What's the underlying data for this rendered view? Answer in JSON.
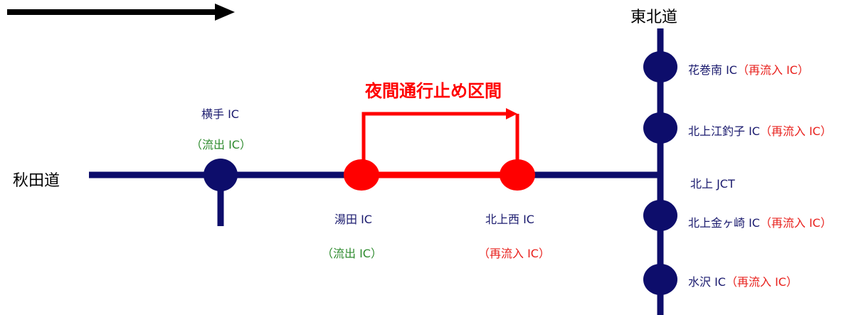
{
  "colors": {
    "route": "#0d0d6b",
    "closure": "#ff0000",
    "outflow_text": "#2e8b2e",
    "reentry_text": "#e8201c",
    "label_text": "#1a1a6e",
    "arrow": "#000000"
  },
  "direction_arrow": {
    "icon": "right-arrow-icon"
  },
  "title": "夜間通行止め区間",
  "roads": {
    "akita": "秋田道",
    "tohoku": "東北道"
  },
  "junction": {
    "name": "北上 JCT"
  },
  "interchanges": {
    "yokote": {
      "name": "横手 IC",
      "note": "（流出 IC）"
    },
    "yuda": {
      "name": "湯田 IC",
      "note": "（流出 IC）"
    },
    "kitakami_nishi": {
      "name": "北上西 IC",
      "note": "（再流入 IC）"
    },
    "hanamaki_minami": {
      "name": "花巻南 IC",
      "note": "（再流入 IC）"
    },
    "kitakami_esashi": {
      "name": "北上江釣子 IC",
      "note": "（再流入 IC）"
    },
    "kitakami_kanegasaki": {
      "name": "北上金ヶ崎 IC",
      "note": "（再流入 IC）"
    },
    "mizusawa": {
      "name": "水沢 IC",
      "note": "（再流入 IC）"
    }
  }
}
